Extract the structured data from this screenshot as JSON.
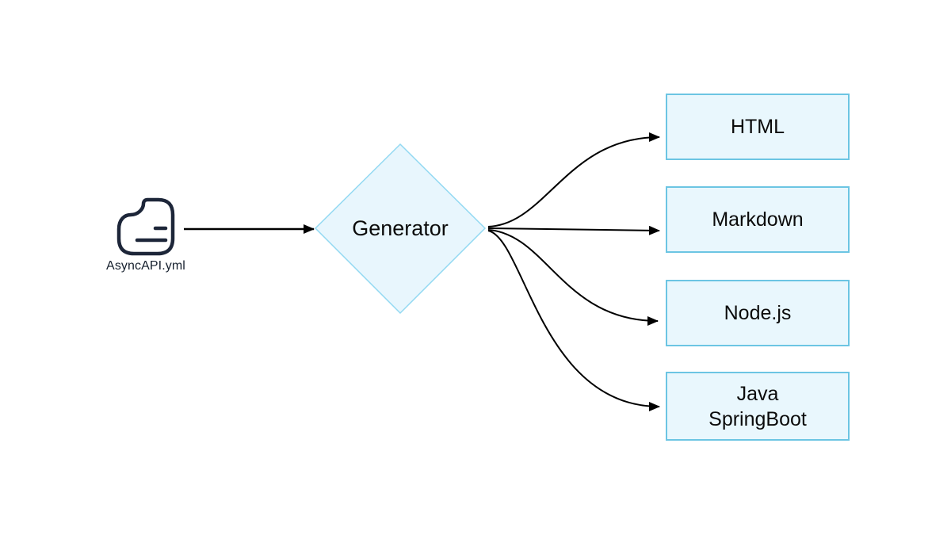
{
  "diagram": {
    "source": {
      "icon": "file-icon",
      "label": "AsyncAPI.yml"
    },
    "generator": {
      "label": "Generator"
    },
    "outputs": [
      {
        "label": "HTML"
      },
      {
        "label": "Markdown"
      },
      {
        "label": "Node.js"
      },
      {
        "label": "Java",
        "label_line2": "SpringBoot"
      }
    ],
    "edges": [
      {
        "from": "AsyncAPI.yml",
        "to": "Generator",
        "style": "straight-arrow"
      },
      {
        "from": "Generator",
        "to": "HTML",
        "style": "curved-arrow"
      },
      {
        "from": "Generator",
        "to": "Markdown",
        "style": "curved-arrow"
      },
      {
        "from": "Generator",
        "to": "Node.js",
        "style": "curved-arrow"
      },
      {
        "from": "Generator",
        "to": "Java SpringBoot",
        "style": "curved-arrow"
      }
    ],
    "colors": {
      "node_fill": "#e9f7fd",
      "box_border": "#6cc5e3",
      "diamond_border": "#93d9f2",
      "arrow": "#000000",
      "icon_stroke": "#1d2639",
      "text": "#0b0b0b"
    }
  }
}
